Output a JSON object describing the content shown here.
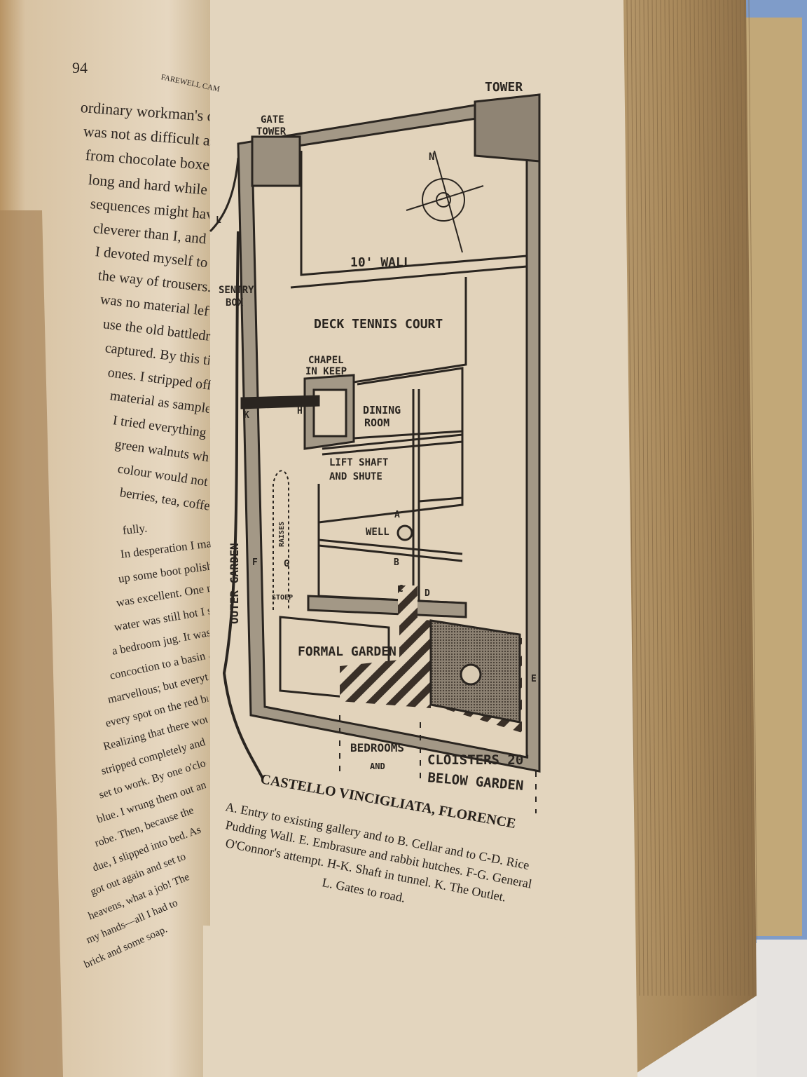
{
  "left_page": {
    "page_number": "94",
    "running_head": "FAREWELL CAM",
    "lines": [
      "ordinary workman's cap co",
      "was not as difficult as it looked. I",
      "from chocolate boxes for pa",
      "long and hard while we wer",
      "sequences might have been",
      "cleverer than I, and I left a lot",
      "I devoted myself to providing",
      "the way of trousers. I could n",
      "was no material left over from",
      "use the old battledress trouser",
      "captured. By this time they had",
      "ones. I stripped off all the po",
      "material as samples, set up a m",
      "I tried everything I could think",
      "green walnuts which Howe a",
      "colour would not hold. Then I",
      "berries, tea, coffee and Condy's",
      "fully.",
      "In desperation I made my",
      "up some boot polish with a b",
      "was excellent. One night after",
      "water was still hot I set to wor",
      "a bedroom jug. It was too sm",
      "concoction to a basin and the",
      "marvellous; but everything I",
      "every spot on the red brick fl",
      "Realizing that there would be",
      "stripped completely and going",
      "set to work. By one o'clock m",
      "blue. I wrung them out and",
      "robe. Then, because the",
      "due, I slipped into bed. As",
      "got out again and set to",
      "heavens, what a job! The",
      "my hands—all I had to",
      "brick and some soap."
    ]
  },
  "map": {
    "labels": {
      "tower": "TOWER",
      "gate_tower_1": "GATE",
      "gate_tower_2": "TOWER",
      "l": "L",
      "wall": "10' WALL",
      "sentry_1": "SENTRY",
      "sentry_2": "BOX",
      "deck": "DECK TENNIS COURT",
      "chapel_1": "CHAPEL",
      "chapel_2": "IN KEEP",
      "h": "H",
      "k": "K",
      "dining_1": "DINING",
      "dining_2": "ROOM",
      "lift_1": "LIFT SHAFT",
      "lift_2": "AND SHUTE",
      "a": "A",
      "well": "WELL",
      "b": "B",
      "c": "C",
      "d": "D",
      "f": "F",
      "g": "G",
      "e": "E",
      "stoep": "STOEP",
      "raises": "RAISES",
      "outer": "OUTER GARDEN",
      "formal": "FORMAL GARDEN",
      "bedrooms": "BEDROOMS",
      "and": "AND",
      "cloisters_1": "CLOISTERS 20'",
      "cloisters_2": "BELOW GARDEN",
      "north": "N"
    },
    "caption_title": "CASTELLO VINCIGLIATA, FLORENCE",
    "caption_lines": [
      "A. Entry to existing gallery and to B. Cellar and to C-D. Rice",
      "Pudding Wall. E. Embrasure and rabbit hutches. F-G. General",
      "O'Connor's attempt. H-K. Shaft in tunnel. K. The Outlet.",
      "L. Gates to road."
    ]
  },
  "colors": {
    "page": "#e4d6bf",
    "edge": "#a88a5c",
    "cover": "#7f9cc9",
    "ink": "#2a2520"
  }
}
